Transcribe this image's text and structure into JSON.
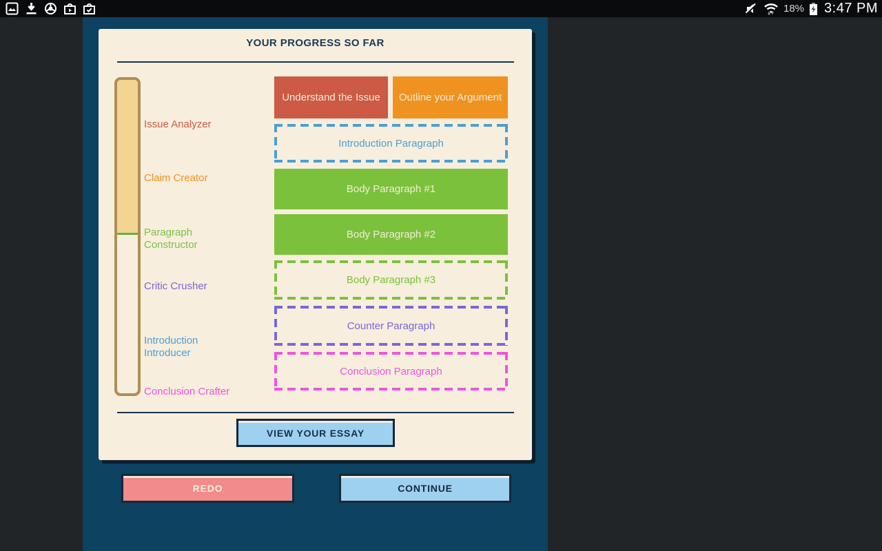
{
  "status_bar": {
    "notification_icons": [
      "gallery-icon",
      "download-icon",
      "chrome-icon",
      "play-store-icon",
      "verified-bag-icon"
    ],
    "status_icons": [
      "muted-speaker-icon",
      "wifi-icon",
      "battery-charging-icon"
    ],
    "battery_percent": "18%",
    "time": "3:47 PM"
  },
  "progress_card": {
    "title": "YOUR PROGRESS SO FAR",
    "stages": [
      {
        "label": "Issue Analyzer",
        "color": "#cc5a45"
      },
      {
        "label": "Claim Creator",
        "color": "#ef921f"
      },
      {
        "label": "Paragraph Constructor",
        "color": "#7bc143"
      },
      {
        "label": "Critic Crusher",
        "color": "#7a67d8"
      },
      {
        "label": "Introduction Introducer",
        "color": "#4b9fd3"
      },
      {
        "label": "Conclusion Crafter",
        "color": "#ee55dd"
      }
    ],
    "blocks": [
      {
        "label": "Understand the Issue",
        "status": "complete",
        "color": "#cc5a45"
      },
      {
        "label": "Outline your Argument",
        "status": "complete",
        "color": "#ef921f"
      },
      {
        "label": "Introduction Paragraph",
        "status": "incomplete",
        "color": "#4b9fd3"
      },
      {
        "label": "Body Paragraph #1",
        "status": "complete",
        "color": "#7bc13c"
      },
      {
        "label": "Body Paragraph #2",
        "status": "complete",
        "color": "#7bc13c"
      },
      {
        "label": "Body Paragraph #3",
        "status": "incomplete",
        "color": "#7bc13c"
      },
      {
        "label": "Counter Paragraph",
        "status": "incomplete",
        "color": "#7a67d8"
      },
      {
        "label": "Conclusion Paragraph",
        "status": "incomplete",
        "color": "#ee55dd"
      }
    ],
    "meter": {
      "fill_color": "#f4d492",
      "border_color": "#ae8e55",
      "marker_color": "#64b238",
      "fill_percent": 49
    },
    "view_essay_button": "VIEW YOUR ESSAY"
  },
  "footer": {
    "redo_button": "REDO",
    "continue_button": "CONTINUE"
  },
  "colors": {
    "background": "#212528",
    "panel_teal": "#0d4260",
    "card_cream": "#f7eedd",
    "button_blue": "#9ed0ef",
    "button_salmon": "#f28b8b",
    "dark_navy": "#13293c"
  }
}
